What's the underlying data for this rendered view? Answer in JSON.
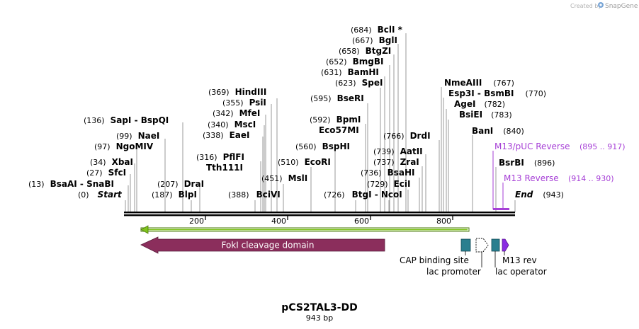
{
  "watermark": {
    "prefix": "Created by",
    "brand": "SnapGene"
  },
  "title": "pCS2TAL3-DD",
  "subtitle": "943 bp",
  "sequence_length": 943,
  "axis_ticks": [
    "200",
    "400",
    "600",
    "800"
  ],
  "sites": [
    {
      "pos": "(0)",
      "name": "Start",
      "italic": true
    },
    {
      "pos": "(13)",
      "name": "BsaAI  - SnaBI"
    },
    {
      "pos": "(27)",
      "name": "SfcI"
    },
    {
      "pos": "(34)",
      "name": "XbaI"
    },
    {
      "pos": "(97)",
      "name": "NgoMIV"
    },
    {
      "pos": "(99)",
      "name": "NaeI"
    },
    {
      "pos": "(136)",
      "name": "SapI  - BspQI"
    },
    {
      "pos": "(187)",
      "name": "BlpI"
    },
    {
      "pos": "(207)",
      "name": "DraI"
    },
    {
      "pos": "(316)",
      "name": "PflFI"
    },
    {
      "pos": "",
      "name": "Tth111I"
    },
    {
      "pos": "(338)",
      "name": "EaeI"
    },
    {
      "pos": "(340)",
      "name": "MscI"
    },
    {
      "pos": "(342)",
      "name": "MfeI"
    },
    {
      "pos": "(355)",
      "name": "PsiI"
    },
    {
      "pos": "(369)",
      "name": "HindIII"
    },
    {
      "pos": "(388)",
      "name": "BciVI"
    },
    {
      "pos": "(451)",
      "name": "MslI"
    },
    {
      "pos": "(510)",
      "name": "EcoRI"
    },
    {
      "pos": "(560)",
      "name": "BspHI"
    },
    {
      "pos": "(592)",
      "name": "BpmI"
    },
    {
      "pos": "",
      "name": "Eco57MI"
    },
    {
      "pos": "(595)",
      "name": "BseRI"
    },
    {
      "pos": "(623)",
      "name": "SpeI"
    },
    {
      "pos": "(631)",
      "name": "BamHI"
    },
    {
      "pos": "(652)",
      "name": "BmgBI"
    },
    {
      "pos": "(658)",
      "name": "BtgZI"
    },
    {
      "pos": "(667)",
      "name": "BglI"
    },
    {
      "pos": "(684)",
      "name": "BclI *"
    },
    {
      "pos": "(726)",
      "name": "BtgI  - NcoI"
    },
    {
      "pos": "(729)",
      "name": "EciI"
    },
    {
      "pos": "(736)",
      "name": "BsaHI"
    },
    {
      "pos": "(737)",
      "name": "ZraI"
    },
    {
      "pos": "(739)",
      "name": "AatII"
    },
    {
      "pos": "(766)",
      "name": "DrdI"
    },
    {
      "pos": "(767)",
      "name": "NmeAIII",
      "pos_after": true
    },
    {
      "pos": "(770)",
      "name": "Esp3I  - BsmBI",
      "pos_after": true
    },
    {
      "pos": "(782)",
      "name": "AgeI",
      "pos_after": true
    },
    {
      "pos": "(783)",
      "name": "BsiEI",
      "pos_after": true
    },
    {
      "pos": "(840)",
      "name": "BanI",
      "pos_after": true
    },
    {
      "pos": "(896)",
      "name": "BsrBI",
      "pos_after": true
    },
    {
      "pos": "(943)",
      "name": "End",
      "italic": true,
      "pos_after": true
    }
  ],
  "primers": [
    {
      "name": "M13/pUC Reverse",
      "range": "(895 .. 917)"
    },
    {
      "name": "M13 Reverse",
      "range": "(914 .. 930)"
    }
  ],
  "features": {
    "fokI": "FokI cleavage domain",
    "cap": "CAP binding site",
    "lac_promoter": "lac promoter",
    "m13_rev": "M13 rev",
    "lac_operator": "lac operator"
  },
  "colors": {
    "fokI": "#8b2e5c",
    "orf": "#7fc31c",
    "feature_box": "#2a7f8f",
    "primer": "#a63fd6",
    "m13_arrow": "#8a2be2"
  }
}
